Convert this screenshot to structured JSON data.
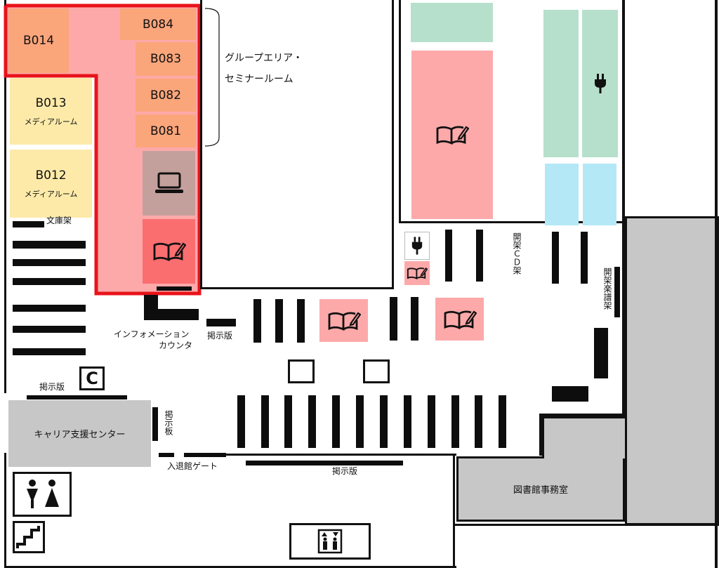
{
  "rooms": {
    "b014": {
      "id": "B014"
    },
    "b084": {
      "id": "B084"
    },
    "b083": {
      "id": "B083"
    },
    "b082": {
      "id": "B082"
    },
    "b081": {
      "id": "B081"
    },
    "b013": {
      "id": "B013",
      "sub": "メディアルーム"
    },
    "b012": {
      "id": "B012",
      "sub": "メディアルーム"
    }
  },
  "labels": {
    "group_area_1": "グループエリア・",
    "group_area_2": "セミナールーム",
    "bunko": "文庫架",
    "info_1": "インフォメーション",
    "info_2": "カウンタ",
    "board_info": "掲示版",
    "board_left": "掲示版",
    "board_vertical": "掲示板",
    "board_bottom": "掲示版",
    "career": "キャリア支援センター",
    "gate": "入退館ゲート",
    "office": "図書館事務室",
    "cd_shelf": "開架ＣＤ架",
    "score_shelf": "開架楽譜架"
  },
  "icons": {
    "pc": "laptop-icon",
    "study": "book-pen-icon",
    "power": "power-plug-icon",
    "copy": "copy-c-icon",
    "restroom": "restroom-icon",
    "stairs": "stairs-icon",
    "elevator": "elevator-icon"
  },
  "colors": {
    "highlight_outline": "#e8131a",
    "group_room": "#fba57b",
    "media_room": "#fdeaa9",
    "study_area": "#fda9aa",
    "pc_area": "#c4a09c",
    "power_area": "#b6e0cc",
    "blue_area": "#b4e8f6",
    "staff_area": "#c7c7c7",
    "shelf": "#0d0d0d"
  }
}
